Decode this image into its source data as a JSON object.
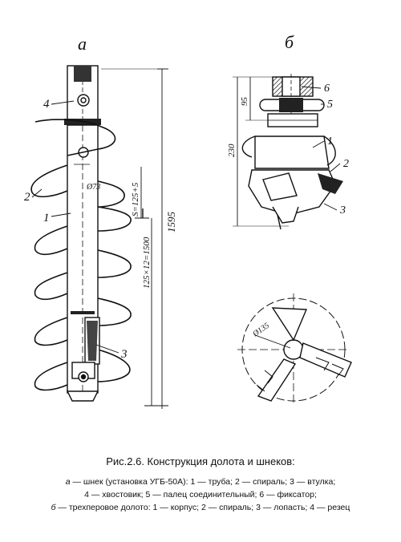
{
  "panel_a": {
    "letter": "а",
    "dim_height": "1595",
    "dim_pitch": "S=125+5",
    "dim_turns": "125×12=1500",
    "diameter": "Ø73",
    "callouts": [
      "4",
      "2",
      "1",
      "3"
    ]
  },
  "panel_b": {
    "letter": "б",
    "dim_total": "230",
    "dim_top": "95",
    "callouts": [
      "6",
      "5",
      "1",
      "2",
      "3"
    ],
    "diameter_bottom": "Ø135"
  },
  "caption": {
    "title": "Рис.2.6. Конструкция долота и шнеков:",
    "line1_prefix": "а",
    "line1_text": " — шнек (установка УГБ-50А): 1 — труба; 2 — спираль; 3 — втулка;",
    "line2_text": "4 — хвостовик; 5 — палец соединительный; 6 — фиксатор;",
    "line3_prefix": "б",
    "line3_text": " — трехперовое долото: 1 — корпус; 2 — спираль; 3 — лопасть; 4 — резец"
  }
}
